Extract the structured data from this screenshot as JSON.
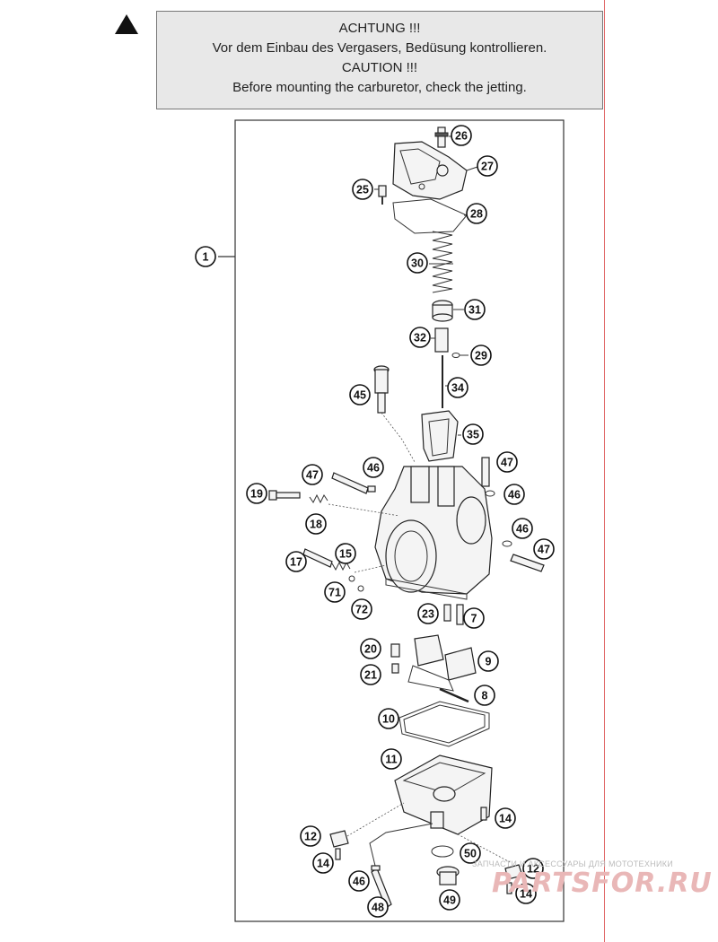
{
  "warning": {
    "icon": "warning-triangle-icon",
    "lines": [
      "ACHTUNG !!!",
      "Vor dem Einbau des Vergasers, Bedüsung kontrollieren.",
      "CAUTION !!!",
      "Before mounting the carburetor, check the jetting."
    ]
  },
  "callouts": [
    "1",
    "26",
    "27",
    "25",
    "28",
    "30",
    "31",
    "32",
    "29",
    "34",
    "45",
    "35",
    "47",
    "46",
    "19",
    "18",
    "47",
    "46",
    "46",
    "47",
    "17",
    "15",
    "71",
    "72",
    "23",
    "7",
    "20",
    "9",
    "21",
    "8",
    "10",
    "11",
    "14",
    "12",
    "14",
    "50",
    "12",
    "14",
    "46",
    "49",
    "48"
  ],
  "watermark": {
    "subtitle": "ЗАПЧАСТИ И АКСЕССУАРЫ ДЛЯ МОТОТЕХНИКИ",
    "brand": "PARTSFOR.RU"
  }
}
